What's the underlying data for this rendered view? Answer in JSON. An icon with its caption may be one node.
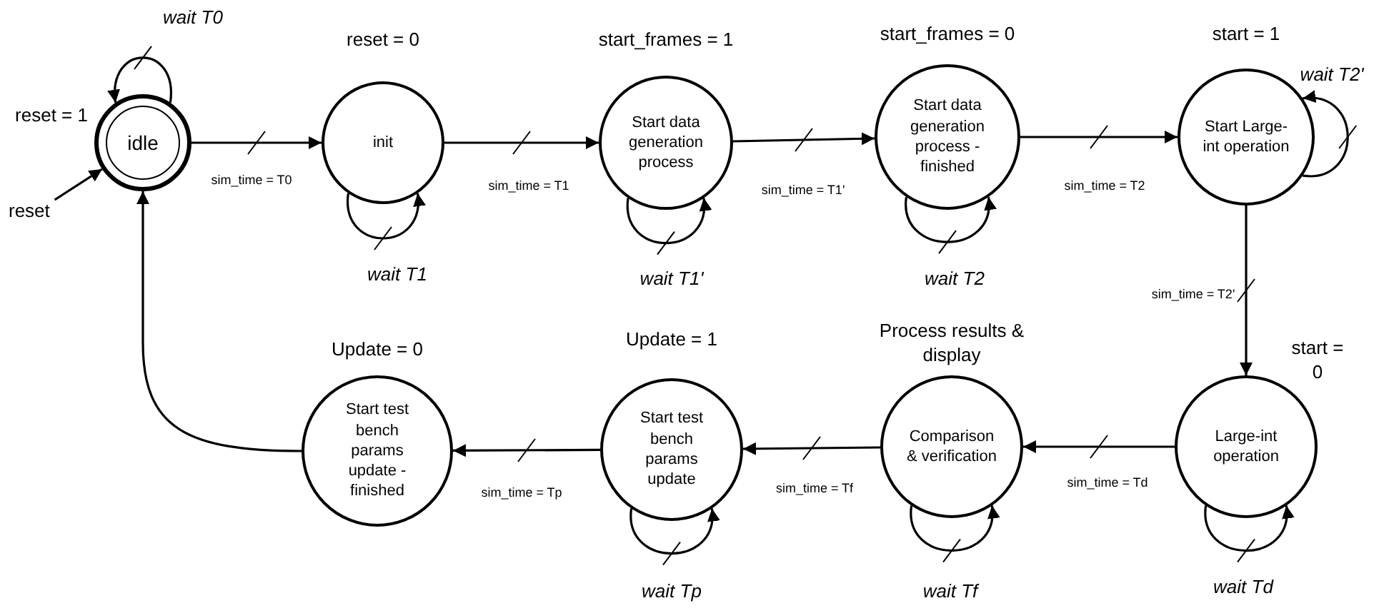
{
  "diagram": {
    "nodes": [
      {
        "text": [
          "idle"
        ],
        "beside": [
          "reset = 1"
        ]
      },
      {
        "text": [
          "init"
        ],
        "beside": [
          "reset = 0"
        ]
      },
      {
        "text": [
          "Start data generation process"
        ],
        "beside": [
          "start_frames = 1"
        ]
      },
      {
        "text": [
          "Start data generation process - finished"
        ],
        "beside": [
          "start_frames = 0"
        ]
      },
      {
        "text": [
          "Start Large-int operation"
        ],
        "beside": [
          "start = 1"
        ]
      },
      {
        "text": [
          "Large-int operation"
        ],
        "beside": [
          "start = 0"
        ]
      },
      {
        "text": [
          "Comparison & verification"
        ],
        "beside": [
          "Process results & display"
        ]
      },
      {
        "text": [
          "Start test bench params update"
        ],
        "beside": [
          "Update = 1"
        ]
      },
      {
        "text": [
          "Start test bench params update - finished"
        ],
        "beside": [
          "Update = 0"
        ]
      },
      {
        "text": [
          "reset"
        ]
      }
    ],
    "edges": [
      {
        "from": 0,
        "to": 0,
        "arrow": "to",
        "label": "wait T0"
      },
      {
        "from": 9,
        "to": 0,
        "arrow": "to"
      },
      {
        "from": 0,
        "to": 1,
        "arrow": "to",
        "label": "sim_time = T0"
      },
      {
        "from": 1,
        "to": 1,
        "arrow": "to",
        "label": "wait T1"
      },
      {
        "from": 1,
        "to": 2,
        "arrow": "to",
        "label": "sim_time = T1"
      },
      {
        "from": 2,
        "to": 2,
        "arrow": "to",
        "label": "wait T1'"
      },
      {
        "from": 2,
        "to": 3,
        "arrow": "to",
        "label": "sim_time = T1'"
      },
      {
        "from": 3,
        "to": 3,
        "arrow": "to",
        "label": "wait T2"
      },
      {
        "from": 3,
        "to": 4,
        "arrow": "to",
        "label": "sim_time = T2"
      },
      {
        "from": 4,
        "to": 4,
        "arrow": "to",
        "label": "wait T2'"
      },
      {
        "from": 4,
        "to": 5,
        "arrow": "to",
        "label": "sim_time = T2'"
      },
      {
        "from": 5,
        "to": 5,
        "arrow": "to",
        "label": "wait Td"
      },
      {
        "from": 5,
        "to": 6,
        "arrow": "to",
        "label": "sim_time = Td"
      },
      {
        "from": 6,
        "to": 6,
        "arrow": "to",
        "label": "wait Tf"
      },
      {
        "from": 6,
        "to": 7,
        "arrow": "to",
        "label": "sim_time = Tf"
      },
      {
        "from": 7,
        "to": 7,
        "arrow": "to",
        "label": "wait Tp"
      },
      {
        "from": 7,
        "to": 8,
        "arrow": "to",
        "label": "sim_time = Tp"
      },
      {
        "from": 8,
        "to": 0,
        "arrow": "to"
      }
    ]
  }
}
